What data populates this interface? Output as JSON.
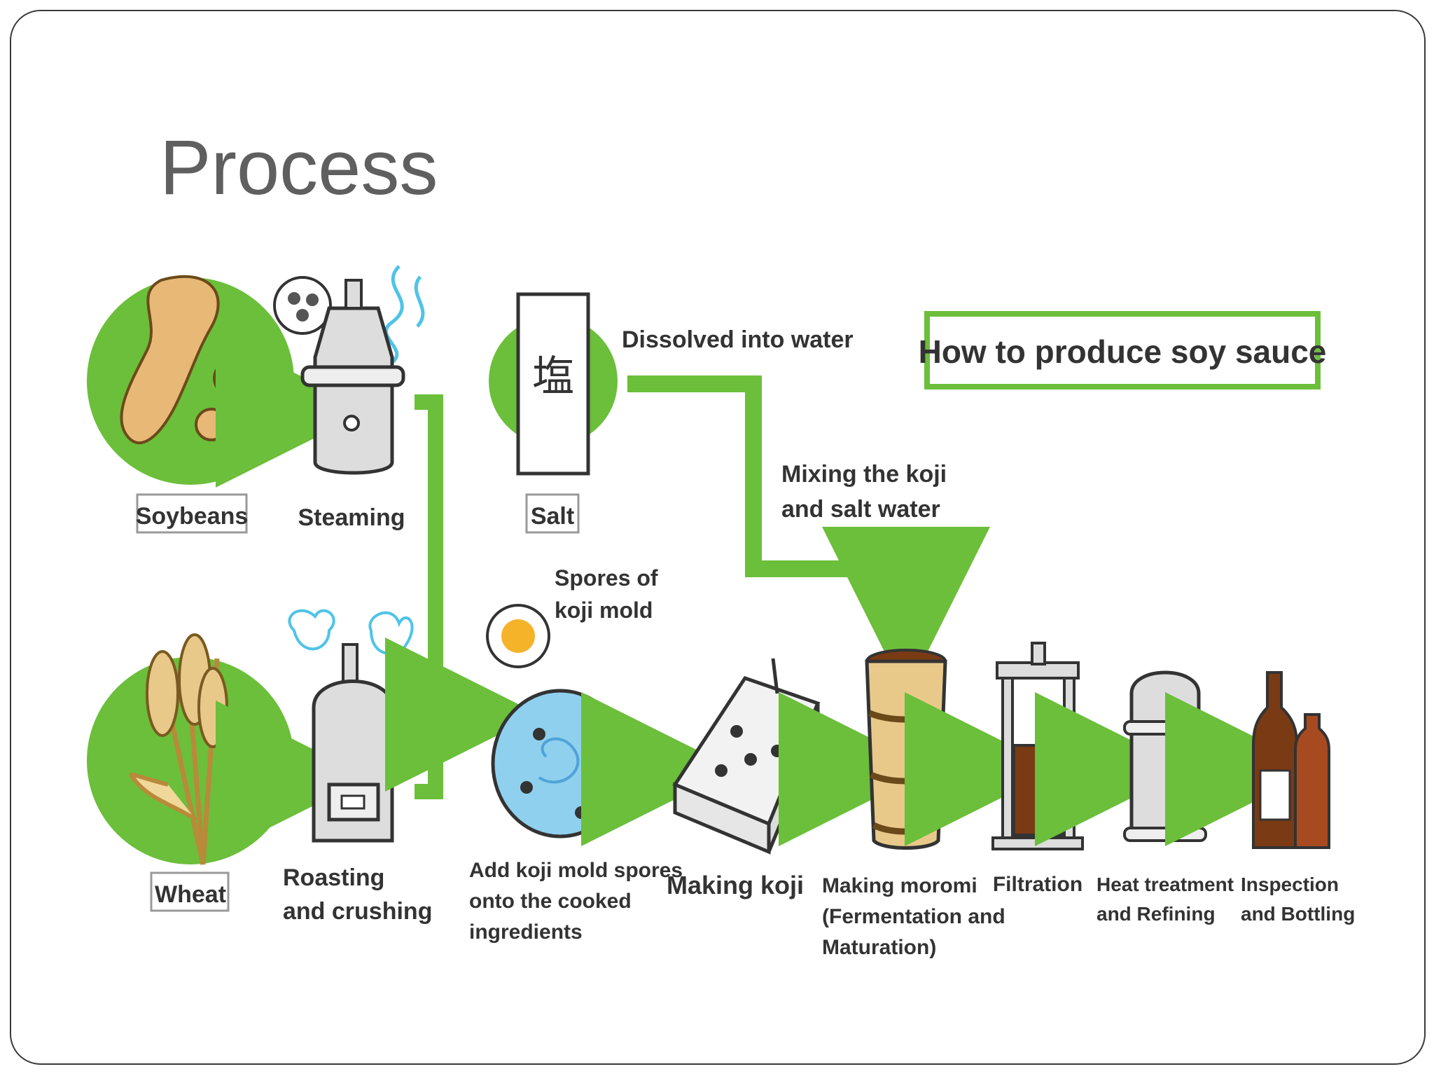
{
  "slide": {
    "title": "Process"
  },
  "diagram": {
    "heading": "How to produce soy sauce",
    "salt_kanji": "塩",
    "labels": {
      "soybeans": "Soybeans",
      "steaming": "Steaming",
      "salt": "Salt",
      "dissolved": "Dissolved into water",
      "mixing_1": "Mixing the koji",
      "mixing_2": "and salt water",
      "wheat": "Wheat",
      "roasting_1": "Roasting",
      "roasting_2": "and crushing",
      "spores_1": "Spores of",
      "spores_2": "koji mold",
      "add_1": "Add koji mold spores",
      "add_2": "onto the cooked",
      "add_3": "ingredients",
      "making_koji": "Making koji",
      "moromi_1": "Making moromi",
      "moromi_2": "(Fermentation and",
      "moromi_3": "Maturation)",
      "filtration": "Filtration",
      "heat_1": "Heat treatment",
      "heat_2": "and Refining",
      "inspection_1": "Inspection",
      "inspection_2": "and Bottling"
    }
  },
  "colors": {
    "green": "#6bbf3a",
    "green_dark": "#4a9a22",
    "water_blue": "#8fd0ee",
    "wood": "#e8c98a",
    "sauce": "#7a3a14"
  }
}
